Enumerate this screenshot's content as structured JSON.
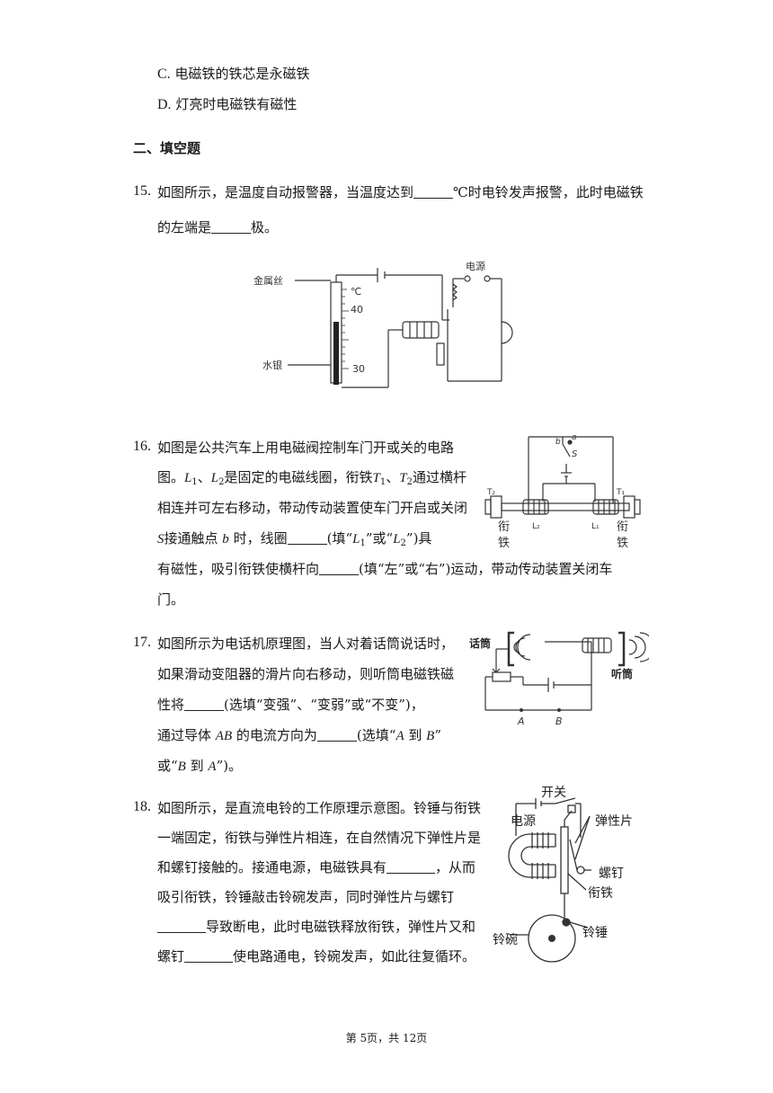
{
  "options": [
    {
      "letter": "C.",
      "text": "电磁铁的铁芯是永磁铁"
    },
    {
      "letter": "D.",
      "text": "灯亮时电磁铁有磁性"
    }
  ],
  "section_title": "二、填空题",
  "q15": {
    "num": "15.",
    "l1a": "如图所示，是温度自动报警器，当温度达到",
    "l1b": "℃时电铃发声报警，此时电磁铁",
    "l2a": "的左端是",
    "l2b": "极。",
    "fig": {
      "label_wire": "金属丝",
      "label_mercury": "水银",
      "unit": "℃",
      "t40": "40",
      "t30": "30",
      "label_power": "电源"
    }
  },
  "q16": {
    "num": "16.",
    "l1": "如图是公共汽车上用电磁阀控制车门开或关的电路",
    "l2a": "图。",
    "L": "L",
    "s1": "1",
    "s2": "2",
    "sep": "、",
    "l2b": "是固定的电磁线圈，衔铁",
    "T": "T",
    "l2c": "通过横杆",
    "l3": "相连并可左右移动，带动传动装置使车门开启或关闭",
    "S": "S",
    "l4a": "接通触点",
    "b": "b",
    "l4b": "时，线圈",
    "l4c": "(填“",
    "l4d": "”或“",
    "l4e": "”)具",
    "l5a": "有磁性，吸引衔铁使横杆向",
    "l5b": "(填“左”或“右”)运动，带动传动装置关闭车",
    "l6": "门。",
    "fig": {
      "a": "a",
      "b": "b",
      "S": "S",
      "T2": "T₂",
      "T1": "T₁",
      "L2": "L₂",
      "L1": "L₁",
      "xian": "衔",
      "tie": "铁"
    }
  },
  "q17": {
    "num": "17.",
    "l1": "如图所示为电话机原理图，当人对着话筒说话时，",
    "l2": "如果滑动变阻器的滑片向右移动，则听筒电磁铁磁",
    "l3a": "性将",
    "l3b": "(选填“变强”、“变弱”或“不变”)，",
    "l4a": "通过导体",
    "AB": "AB",
    "l4b": "的电流方向为",
    "l4c": "(选填“",
    "A": "A",
    "to": " 到 ",
    "B": "B",
    "q_close": "”",
    "l5a": "或“",
    "l5b": "”)。",
    "fig": {
      "mic": "话筒",
      "earpiece": "听筒",
      "A": "A",
      "B": "B"
    }
  },
  "q18": {
    "num": "18.",
    "l1": "如图所示，是直流电铃的工作原理示意图。铃锤与衔铁",
    "l2": "一端固定，衔铁与弹性片相连，在自然情况下弹性片是",
    "l3a": "和螺钉接触的。接通电源，电磁铁具有",
    "l3b": "，从而",
    "l4": "吸引衔铁，铃锤敲击铃碗发声，同时弹性片与螺钉",
    "l5": "导致断电，此时电磁铁释放衔铁，弹性片又和",
    "l6a": "螺钉",
    "l6b": "使电路通电，铃碗发声，如此往复循环。",
    "fig": {
      "switch": "开关",
      "power": "电源",
      "spring": "弹性片",
      "screw": "螺钉",
      "armature": "衔铁",
      "hammer": "铃锤",
      "bowl": "铃碗"
    }
  },
  "footer": "第 5页，共 12页"
}
